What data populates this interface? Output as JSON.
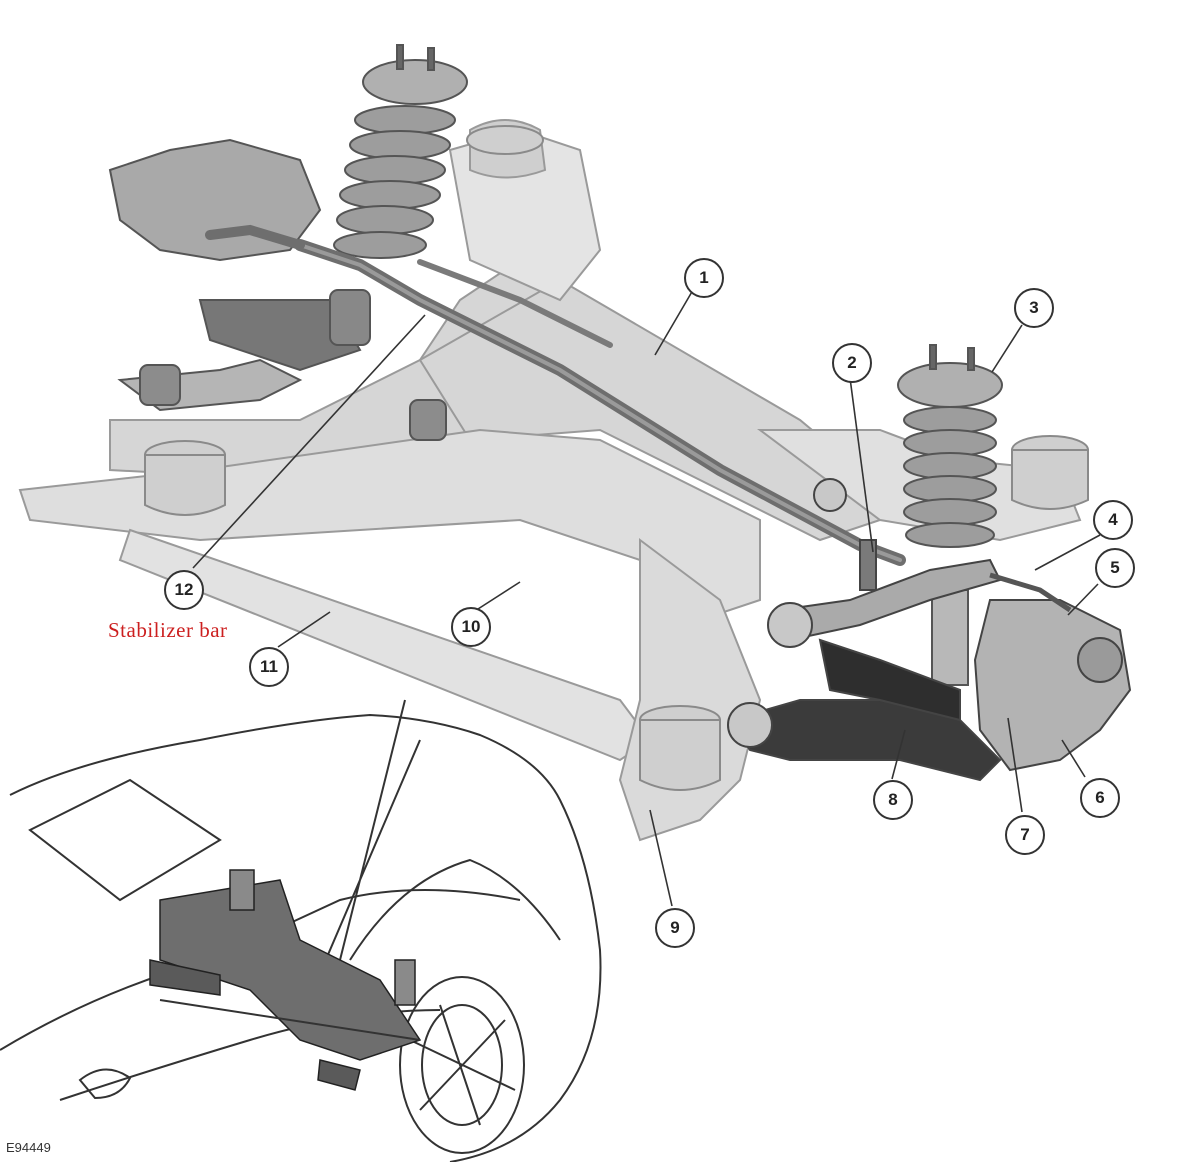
{
  "callouts": [
    {
      "number": "1"
    },
    {
      "number": "2"
    },
    {
      "number": "3"
    },
    {
      "number": "4"
    },
    {
      "number": "5"
    },
    {
      "number": "6"
    },
    {
      "number": "7"
    },
    {
      "number": "8"
    },
    {
      "number": "9"
    },
    {
      "number": "10"
    },
    {
      "number": "11"
    },
    {
      "number": "12"
    }
  ],
  "annotation": {
    "text": "Stabilizer bar",
    "color": "#cc1f1f"
  },
  "figure_code": "E94449",
  "colors": {
    "subframe": "#d2d2d2",
    "subframe_edge": "#9a9a9a",
    "spring": "#8c8c8c",
    "stabilizer_bar": "#6e6e6e",
    "lower_arm": "#3b3b3b",
    "callout_border": "#333333"
  }
}
